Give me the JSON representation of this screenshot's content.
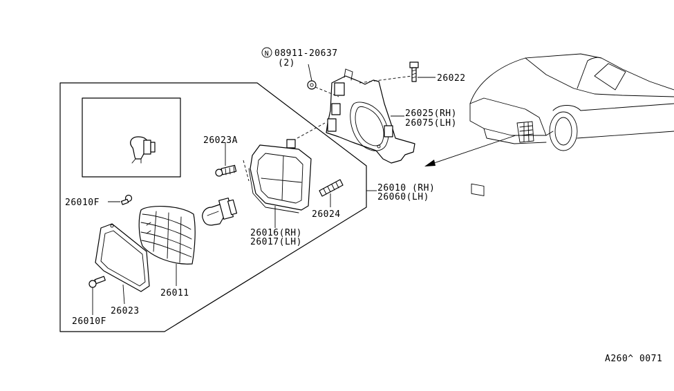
{
  "labels": {
    "p08911": "08911-20637",
    "p08911_qty": "(2)",
    "p08911_symbol": "N",
    "p26022": "26022",
    "p26025": "26025(RH)",
    "p26075": "26075(LH)",
    "p26023a": "26023A",
    "p26010rh": "26010 (RH)",
    "p26060lh": "26060(LH)",
    "p26010f_top": "26010F",
    "p26024": "26024",
    "p26016": "26016(RH)",
    "p26017": "26017(LH)",
    "p26011": "26011",
    "p26023": "26023",
    "p26010f_bottom": "26010F",
    "diagram_code": "A260^ 0071"
  }
}
